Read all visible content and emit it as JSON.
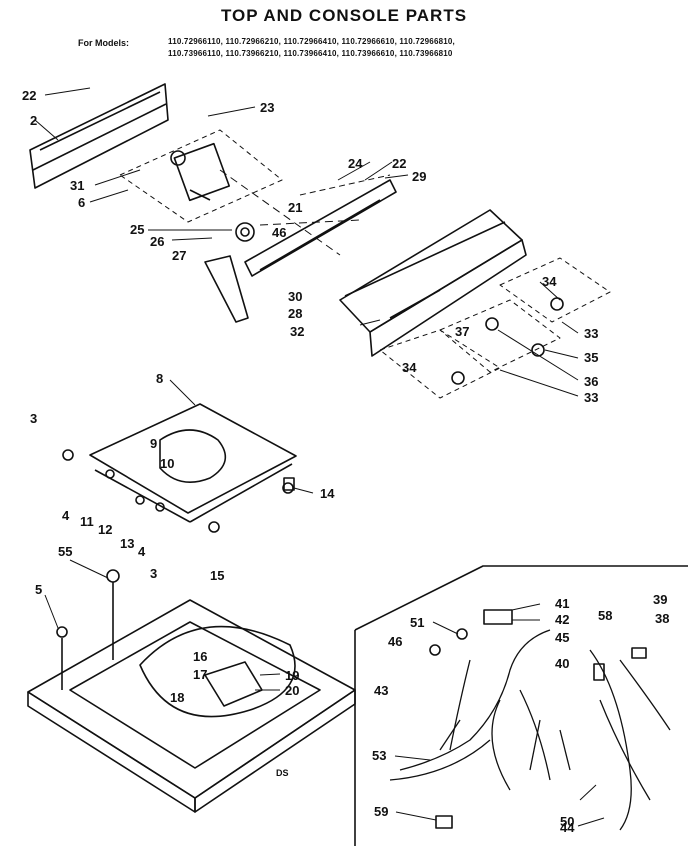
{
  "title": "TOP AND CONSOLE PARTS",
  "models_label": "For Models:",
  "model_lines": [
    "110.72966110, 110.72966210, 110.72966410, 110.72966610, 110.72966810,",
    "110.73966110, 110.73966210, 110.73966410, 110.73966610, 110.73966810"
  ],
  "drawing_code": "DS",
  "callouts": [
    "22",
    "2",
    "23",
    "31",
    "6",
    "24",
    "22",
    "29",
    "21",
    "25",
    "26",
    "46",
    "27",
    "30",
    "28",
    "32",
    "34",
    "37",
    "33",
    "35",
    "36",
    "34",
    "33",
    "8",
    "3",
    "9",
    "10",
    "14",
    "4",
    "11",
    "12",
    "13",
    "4",
    "3",
    "55",
    "15",
    "5",
    "16",
    "17",
    "19",
    "18",
    "20",
    "51",
    "41",
    "42",
    "45",
    "46",
    "43",
    "40",
    "58",
    "39",
    "38",
    "53",
    "44",
    "59",
    "50"
  ]
}
